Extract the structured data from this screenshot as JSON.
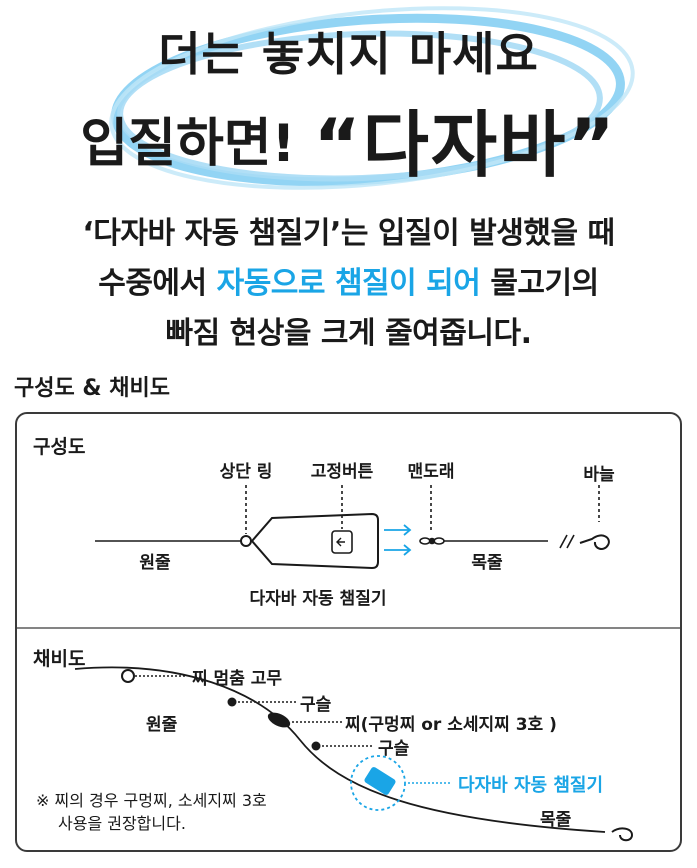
{
  "hero": {
    "line1": "더는 놓치지 마세요",
    "line2_prefix": "입질하면!",
    "brand": "“다자바”"
  },
  "description": {
    "line1": "‘다자바 자동 챔질기’는 입질이 발생했을 때",
    "line2_before": "수중에서 ",
    "line2_highlight": "자동으로 챔질이 되어",
    "line2_after": " 물고기의",
    "line3": "빠짐 현상을 크게 줄여줍니다."
  },
  "section_title": "구성도 & 채비도",
  "composition": {
    "title": "구성도",
    "labels": {
      "top_ring": "상단 링",
      "fixing_button": "고정버튼",
      "swivel": "맨도래",
      "hook": "바늘",
      "main_line": "원줄",
      "leader_line": "목줄",
      "device": "다자바 자동 챔질기"
    }
  },
  "rig": {
    "title": "채비도",
    "labels": {
      "float_stopper": "찌 멈춤 고무",
      "bead_upper": "구슬",
      "float": "찌(구멍찌 or 소세지찌 3호 )",
      "bead_lower": "구슬",
      "main_line": "원줄",
      "device": "다자바 자동 챔질기",
      "leader_line": "목줄"
    },
    "note_line1": "※ 찌의 경우 구멍찌, 소세지찌 3호",
    "note_line2": "사용을 권장합니다."
  },
  "colors": {
    "accent": "#1aa5e6",
    "ellipse": "#7fcdf2",
    "text": "#1a1a1a",
    "border": "#3a3a3a"
  }
}
